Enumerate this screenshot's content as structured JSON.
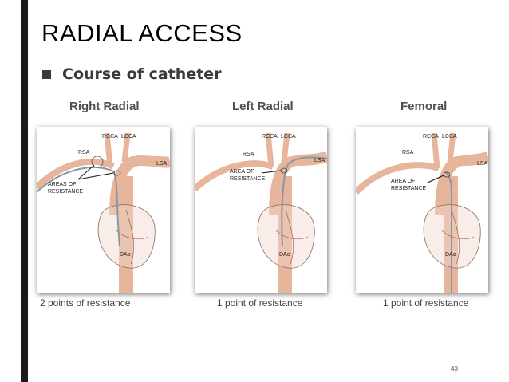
{
  "slide": {
    "title": "RADIAL ACCESS",
    "bullet": "Course of catheter",
    "page_number": "43"
  },
  "figure": {
    "panels": [
      {
        "title": "Right Radial",
        "caption": "2 points of resistance",
        "labels": {
          "rcca": "RCCA",
          "lcca": "LCCA",
          "rsa": "RSA",
          "lsa": "LSA",
          "resistance_line1": "AREAS OF",
          "resistance_line2": "RESISTANCE",
          "dao": "DAo"
        }
      },
      {
        "title": "Left Radial",
        "caption": "1 point of resistance",
        "labels": {
          "rcca": "RCCA",
          "lcca": "LCCA",
          "rsa": "RSA",
          "lsa": "LSA",
          "resistance_line1": "AREA OF",
          "resistance_line2": "RESISTANCE",
          "dao": "DAo"
        }
      },
      {
        "title": "Femoral",
        "caption": "1 point of resistance",
        "labels": {
          "rcca": "RCCA",
          "lcca": "LCCA",
          "rsa": "RSA",
          "lsa": "LSA",
          "resistance_line1": "AREA OF",
          "resistance_line2": "RESISTANCE",
          "dao": "DAo"
        }
      }
    ]
  },
  "colors": {
    "vessel": "#e6b59c",
    "catheter": "#8a96a3",
    "heart_outline": "#8a6a5e",
    "accent_bar": "#1a1a1a"
  }
}
